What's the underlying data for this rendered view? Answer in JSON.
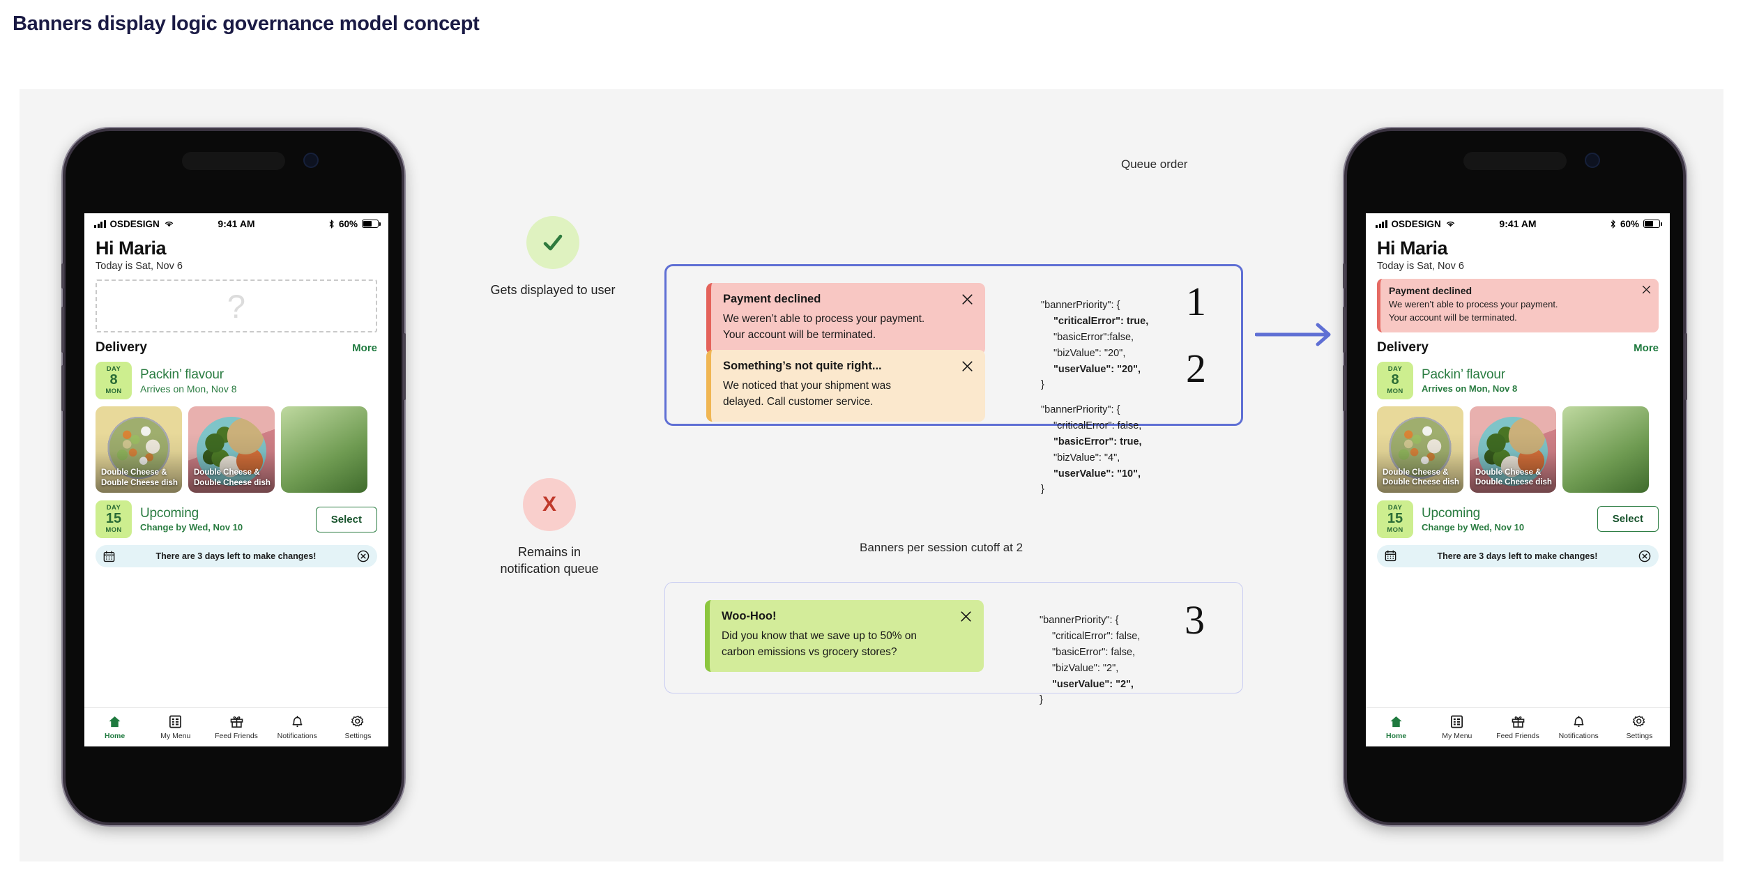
{
  "page": {
    "title": "Banners display logic governance model concept"
  },
  "phone": {
    "status_bar": {
      "carrier": "OSDESIGN",
      "time": "9:41 AM",
      "battery": "60%"
    },
    "greeting": "Hi Maria",
    "subgreeting": "Today is Sat, Nov 6",
    "placeholder_glyph": "?",
    "section": {
      "title": "Delivery",
      "more": "More"
    },
    "delivery": {
      "day_label": "DAY",
      "day_number": "8",
      "day_of_week": "MON",
      "title": "Packin’ flavour",
      "subtitle": "Arrives on Mon, Nov 8"
    },
    "meals": [
      {
        "caption": "Double Cheese &\nDouble Cheese dish"
      },
      {
        "caption": "Double Cheese &\nDouble Cheese dish"
      }
    ],
    "meal_caption_line1": "Double Cheese &",
    "meal_caption_line2": "Double Cheese dish",
    "upcoming": {
      "day_label": "DAY",
      "day_number": "15",
      "day_of_week": "MON",
      "title": "Upcoming",
      "subtitle": "Change by Wed, Nov 10",
      "select_button": "Select"
    },
    "alert": {
      "text": "There are 3 days left to make changes!"
    },
    "tabs": [
      {
        "label": "Home",
        "icon": "home-icon"
      },
      {
        "label": "My Menu",
        "icon": "menu-grid-icon"
      },
      {
        "label": "Feed Friends",
        "icon": "gift-icon"
      },
      {
        "label": "Notifications",
        "icon": "bell-icon"
      },
      {
        "label": "Settings",
        "icon": "gear-icon"
      }
    ],
    "in_app_banner": {
      "title": "Payment declined",
      "body_line1": "We weren’t able to process your payment.",
      "body_line2": "Your account will be terminated."
    }
  },
  "diagram": {
    "queue_order_label": "Queue order",
    "cutoff_label": "Banners per session cutoff at 2",
    "status_displayed": {
      "icon": "check-icon",
      "label": "Gets displayed to user"
    },
    "status_queued": {
      "icon": "x-icon",
      "label_line1": "Remains in",
      "label_line2": "notification queue"
    },
    "banners": [
      {
        "rank": "1",
        "title": "Payment declined",
        "body_line1": "We weren’t able to process your payment.",
        "body_line2": "Your account will be terminated.",
        "color": "red",
        "code": {
          "l0": "\"bannerPriority\": {",
          "l1": "\"criticalError\": true,",
          "l2": "\"basicError\":false,",
          "l3": "\"bizValue\": \"20\",",
          "l4": "\"userValue\": \"20\",",
          "l5": "}"
        },
        "code_bold": [
          "l1",
          "l4"
        ]
      },
      {
        "rank": "2",
        "title": "Something’s not quite right...",
        "body_line1": "We noticed that your shipment was",
        "body_line2": "delayed. Call customer service.",
        "color": "amber",
        "code": {
          "l0": "\"bannerPriority\": {",
          "l1": "\"criticalError\": false,",
          "l2": "\"basicError\": true,",
          "l3": "\"bizValue\": \"4\",",
          "l4": "\"userValue\": \"10\",",
          "l5": "}"
        },
        "code_bold": [
          "l2",
          "l4"
        ]
      },
      {
        "rank": "3",
        "title": "Woo-Hoo!",
        "body_line1": "Did you know that we save up to 50% on",
        "body_line2": "carbon emissions vs grocery stores?",
        "color": "green",
        "code": {
          "l0": "\"bannerPriority\": {",
          "l1": "\"criticalError\": false,",
          "l2": "\"basicError\": false,",
          "l3": "\"bizValue\": \"2\",",
          "l4": "\"userValue\": \"2\",",
          "l5": "}"
        },
        "code_bold": [
          "l4"
        ]
      }
    ]
  },
  "colors": {
    "accent_blue": "#5f6fd4",
    "accent_green": "#2a7c41",
    "banner_red": "#f8c7c3",
    "banner_amber": "#fbe8cd",
    "banner_green": "#d3ec9a",
    "title_navy": "#1a1a44"
  }
}
